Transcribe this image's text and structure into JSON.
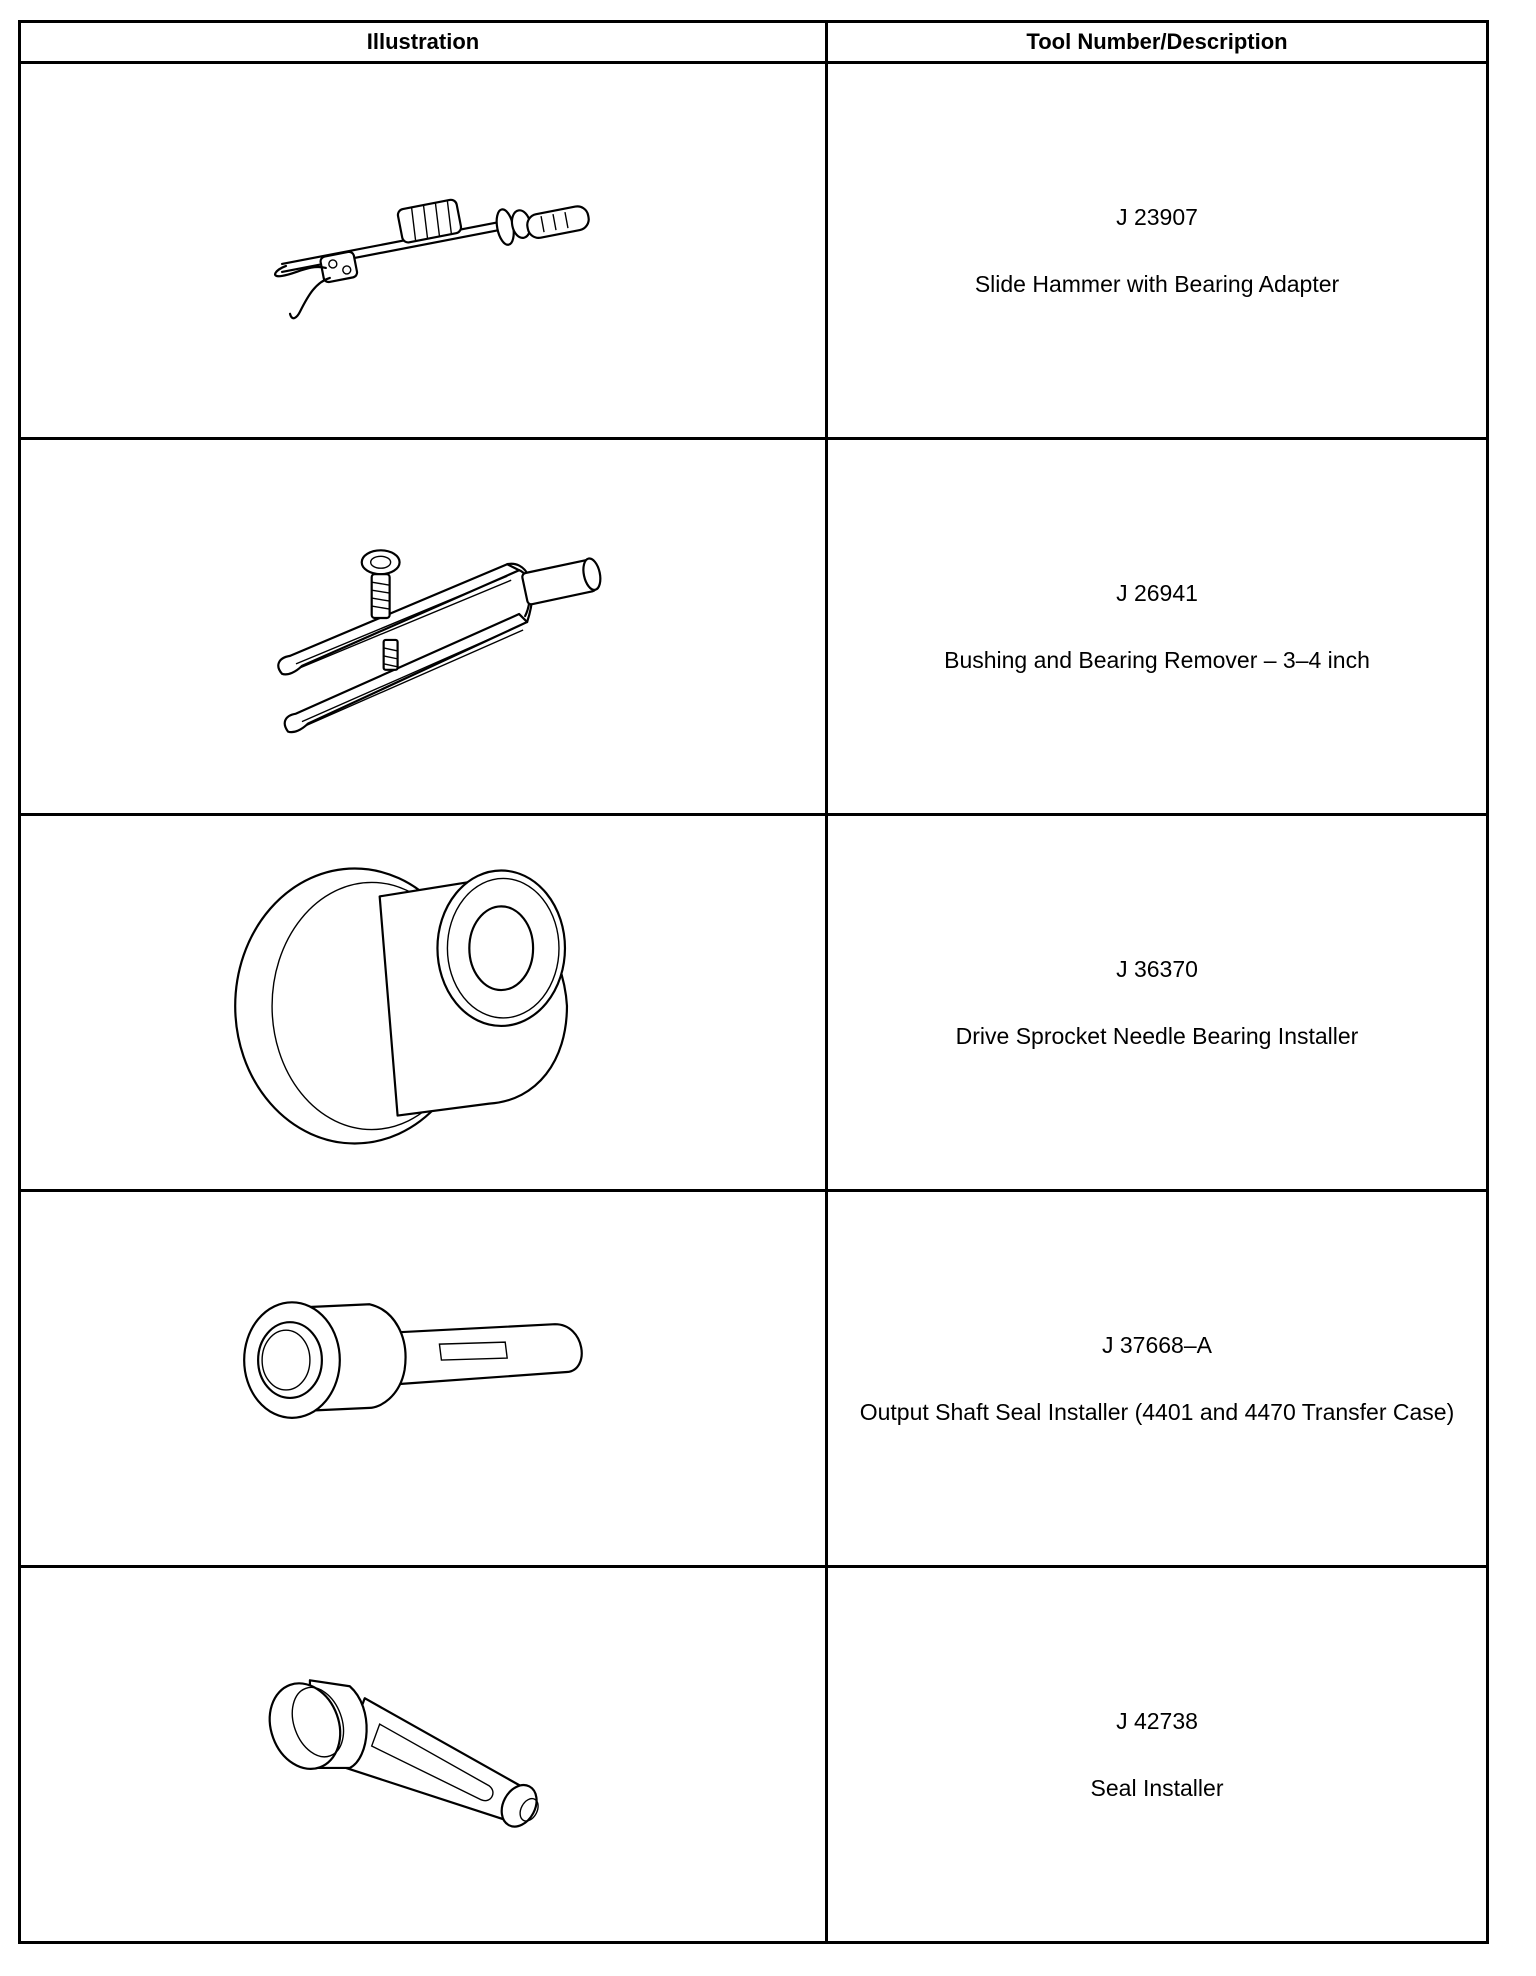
{
  "table": {
    "headers": {
      "illustration": "Illustration",
      "tool": "Tool Number/Description"
    },
    "rows": [
      {
        "icon": "slide-hammer-icon",
        "number": "J 23907",
        "description": "Slide Hammer with Bearing Adapter"
      },
      {
        "icon": "bushing-remover-icon",
        "number": "J 26941",
        "description": "Bushing and Bearing Remover – 3–4 inch"
      },
      {
        "icon": "bearing-installer-icon",
        "number": "J 36370",
        "description": "Drive Sprocket Needle Bearing Installer"
      },
      {
        "icon": "output-seal-installer-icon",
        "number": "J 37668–A",
        "description": "Output Shaft Seal Installer (4401 and 4470 Transfer Case)"
      },
      {
        "icon": "seal-installer-icon",
        "number": "J 42738",
        "description": "Seal Installer"
      }
    ]
  }
}
